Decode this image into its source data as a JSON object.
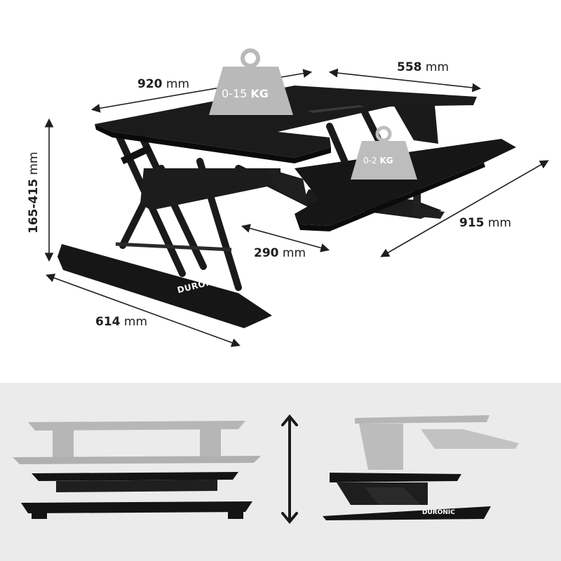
{
  "dimensions": {
    "width_top": {
      "value": "920",
      "unit": "mm"
    },
    "width_keyboard": {
      "value": "558",
      "unit": "mm"
    },
    "height_range": {
      "value": "165-415",
      "unit": "mm"
    },
    "depth_total": {
      "value": "915",
      "unit": "mm"
    },
    "keyboard_depth": {
      "value": "290",
      "unit": "mm"
    },
    "base_depth": {
      "value": "614",
      "unit": "mm"
    }
  },
  "weights": {
    "top": {
      "value": "0-15",
      "unit": "KG"
    },
    "keyboard": {
      "value": "0-2",
      "unit": "KG"
    }
  },
  "brand": {
    "logo_text": "DURONIC"
  },
  "colors": {
    "desk_black": "#1a1a1a",
    "lower_panel_bg": "#ebebeb",
    "weight_icon": "#b8b8b8",
    "arrow": "#1e1e1e"
  }
}
